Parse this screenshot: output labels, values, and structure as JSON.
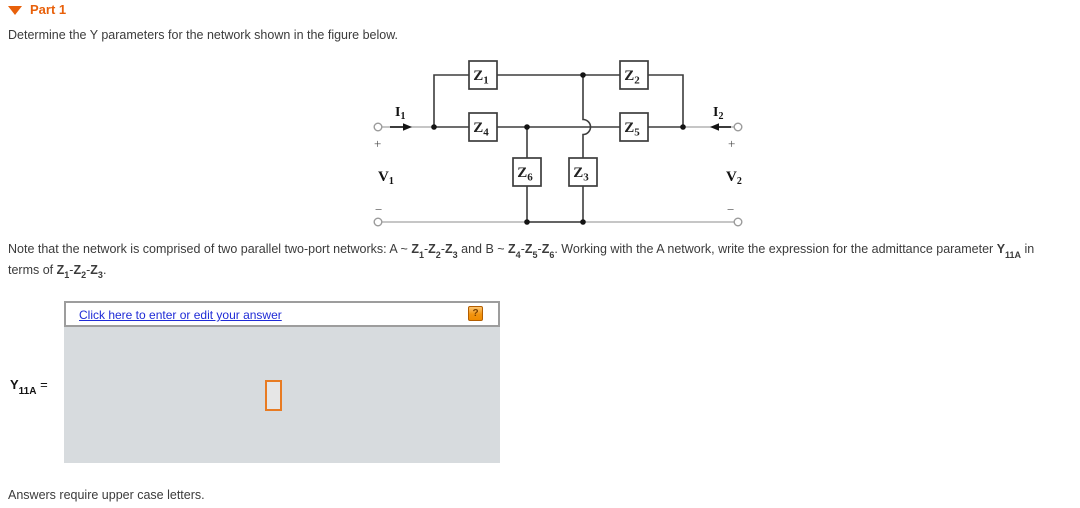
{
  "page": {
    "part_header": "Part 1",
    "instruction": "Determine the Y parameters for the network shown in the figure below.",
    "note_segments": [
      {
        "text": "Note that the network is comprised of two parallel two-port networks: A ~ "
      },
      {
        "text": "Z",
        "bold": true
      },
      {
        "text": "1",
        "bold": true,
        "sub": true
      },
      {
        "text": "-"
      },
      {
        "text": "Z",
        "bold": true
      },
      {
        "text": "2",
        "bold": true,
        "sub": true
      },
      {
        "text": "-"
      },
      {
        "text": "Z",
        "bold": true
      },
      {
        "text": "3",
        "bold": true,
        "sub": true
      },
      {
        "text": " and B ~ "
      },
      {
        "text": "Z",
        "bold": true
      },
      {
        "text": "4",
        "bold": true,
        "sub": true
      },
      {
        "text": "-"
      },
      {
        "text": "Z",
        "bold": true
      },
      {
        "text": "5",
        "bold": true,
        "sub": true
      },
      {
        "text": "-"
      },
      {
        "text": "Z",
        "bold": true
      },
      {
        "text": "6",
        "bold": true,
        "sub": true
      },
      {
        "text": ". Working with the A network, write the expression for the admittance parameter "
      },
      {
        "text": "Y",
        "bold": true
      },
      {
        "text": "11A",
        "bold": true,
        "sub": true
      },
      {
        "text": " in terms of "
      },
      {
        "text": "Z",
        "bold": true
      },
      {
        "text": "1",
        "bold": true,
        "sub": true
      },
      {
        "text": "-"
      },
      {
        "text": "Z",
        "bold": true
      },
      {
        "text": "2",
        "bold": true,
        "sub": true
      },
      {
        "text": "-"
      },
      {
        "text": "Z",
        "bold": true
      },
      {
        "text": "3",
        "bold": true,
        "sub": true
      },
      {
        "text": "."
      }
    ],
    "footer_note": "Answers require upper case letters."
  },
  "circuit": {
    "z1": {
      "base": "Z",
      "sub": "1"
    },
    "z2": {
      "base": "Z",
      "sub": "2"
    },
    "z3": {
      "base": "Z",
      "sub": "3"
    },
    "z4": {
      "base": "Z",
      "sub": "4"
    },
    "z5": {
      "base": "Z",
      "sub": "5"
    },
    "z6": {
      "base": "Z",
      "sub": "6"
    },
    "i1": {
      "base": "I",
      "sub": "1"
    },
    "i2": {
      "base": "I",
      "sub": "2"
    },
    "v1": {
      "base": "V",
      "sub": "1"
    },
    "v2": {
      "base": "V",
      "sub": "2"
    },
    "plus": "+",
    "minus": "−"
  },
  "answer_box": {
    "link_label": "Click here to enter or edit your answer",
    "help_icon": "?",
    "label_segments": [
      {
        "text": "Y",
        "bold": true
      },
      {
        "text": "11A",
        "bold": true,
        "sub": true
      },
      {
        "text": " ="
      }
    ]
  },
  "colors": {
    "part_header_orange": "#e8600a",
    "link_blue": "#1f2bd6",
    "help_button_orange": "#ef8c00",
    "answer_body_gray": "#d7dbde",
    "placeholder_border_orange": "#e87b22",
    "wire_dark": "#3d3d3d",
    "wire_light": "#b4b4b4",
    "text_dark": "#3b3b3b"
  }
}
